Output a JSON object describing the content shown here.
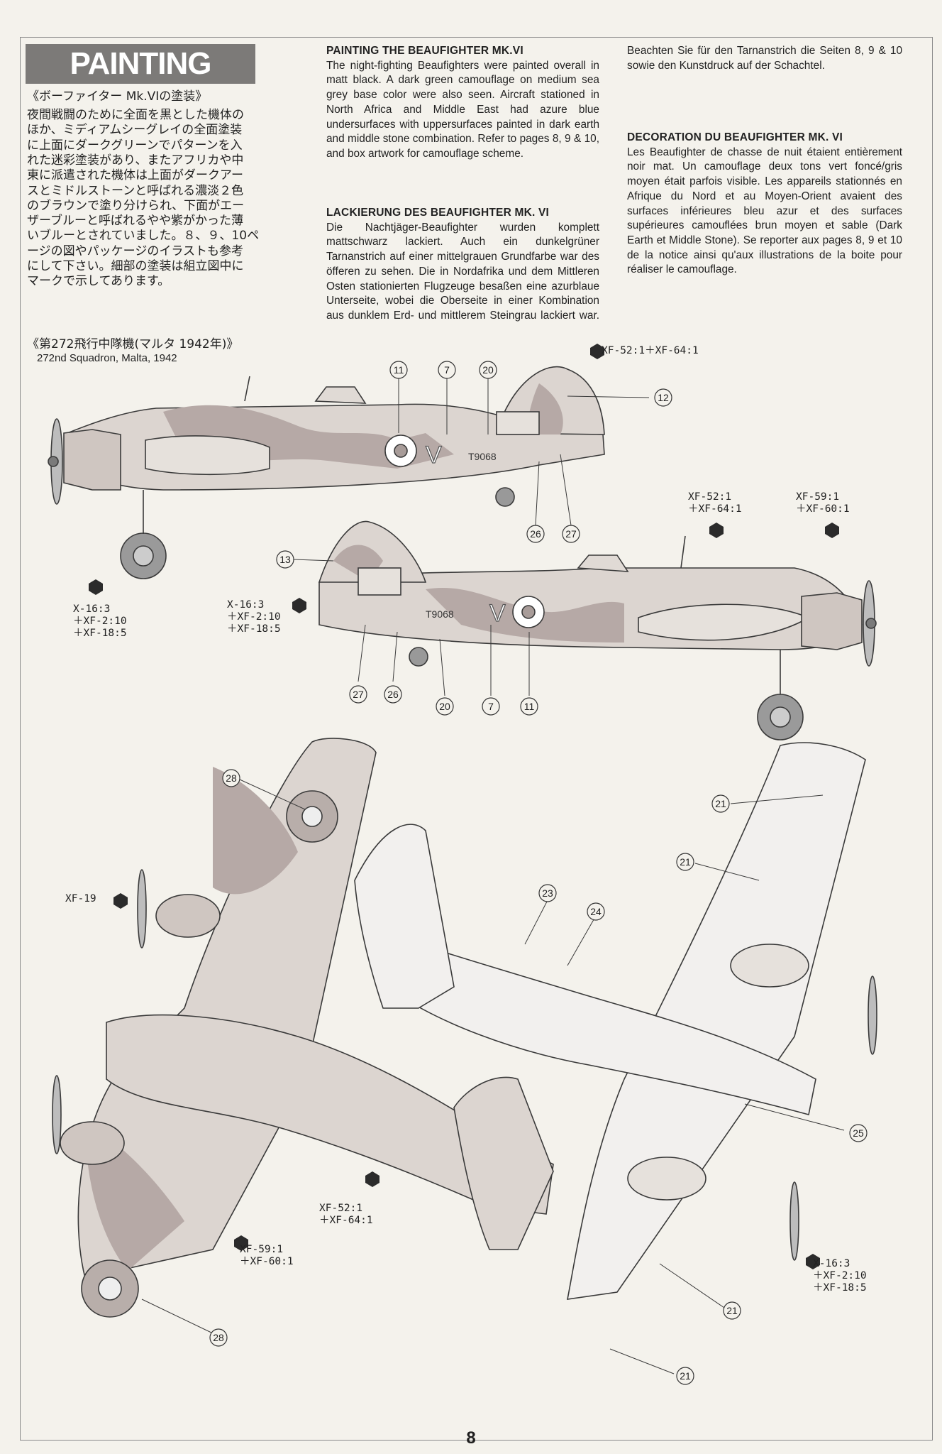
{
  "header": {
    "title": "PAINTING"
  },
  "japanese": {
    "heading": "《ボーファイター Mk.VIの塗装》",
    "lines": [
      "夜間戦闘のために全面を黒とした機体の",
      "ほか、ミディアムシーグレイの全面塗装",
      "に上面にダークグリーンでパターンを入",
      "れた迷彩塗装があり、またアフリカや中",
      "東に派遣された機体は上面がダークアー",
      "スとミドルストーンと呼ばれる濃淡２色",
      "のブラウンで塗り分けられ、下面がエー",
      "ザーブルーと呼ばれるやや紫がかった薄",
      "いブルーとされていました。８、９、10ペ",
      "ージの図やパッケージのイラストも参考",
      "にして下さい。細部の塗装は組立図中に",
      "マークで示してあります。"
    ]
  },
  "english": {
    "heading": "PAINTING THE BEAUFIGHTER MK.VI",
    "body": "The night-fighting Beaufighters were painted overall in matt black. A dark green camouflage on medium sea grey base color were also seen. Aircraft stationed in North Africa and Middle East had azure blue undersurfaces with uppersurfaces painted in dark earth and middle stone combination. Refer to pages 8, 9 & 10, and box artwork for camouflage scheme."
  },
  "german": {
    "heading": "LACKIERUNG DES BEAUFIGHTER MK. VI",
    "body": "Die Nachtjäger-Beaufighter wurden komplett mattschwarz lackiert. Auch ein dunkelgrüner Tarnanstrich auf einer mittelgrauen Grundfarbe war des öfferen zu sehen. Die in Nordafrika und dem Mittleren Osten stationierten Flugzeuge besaßen eine azurblaue Unterseite, wobei die Oberseite in einer Kombination aus dunklem Erd- und mittlerem Steingrau lackiert war. Beachten Sie für den Tarnanstrich die Seiten 8, 9 & 10 sowie den Kunstdruck auf der Schachtel."
  },
  "french": {
    "heading": "DECORATION DU BEAUFIGHTER MK. VI",
    "body": "Les Beaufighter de chasse de nuit étaient entièrement noir mat. Un camouflage deux tons vert foncé/gris moyen était parfois visible. Les appareils stationnés en Afrique du Nord et au Moyen-Orient avaient des surfaces inférieures bleu azur et des surfaces supérieures camouflées brun moyen et sable (Dark Earth et Middle Stone). Se reporter aux pages 8, 9 et 10 de la notice ainsi qu'aux illustrations de la boite pour réaliser le camouflage."
  },
  "caption": {
    "jp": "《第272飛行中隊機(マルタ 1942年)》",
    "en": "272nd Squadron, Malta, 1942"
  },
  "serial": "T9068",
  "code_letter": "V",
  "paints": {
    "upper_top": "XF-52:1＋XF-64:1",
    "side1_left": "X-16:3\n＋XF-2:10\n＋XF-18:5",
    "side2_mid": "XF-52:1\n＋XF-64:1",
    "side2_right": "XF-59:1\n＋XF-60:1",
    "side2_left": "X-16:3\n＋XF-2:10\n＋XF-18:5",
    "top_left": "XF-19",
    "top_mid": "XF-52:1\n＋XF-64:1",
    "top_low": "XF-59:1\n＋XF-60:1",
    "bottom_right": "X-16:3\n＋XF-2:10\n＋XF-18:5"
  },
  "callouts": [
    "11",
    "7",
    "20",
    "12",
    "26",
    "27",
    "13",
    "27",
    "26",
    "20",
    "7",
    "11",
    "28",
    "28",
    "21",
    "21",
    "23",
    "24",
    "25",
    "21",
    "21"
  ],
  "colors": {
    "earth": "#b6a9a6",
    "stone": "#dcd5d0",
    "azure": "#ecebeb",
    "line": "#3a3a3a",
    "header_bg": "#7c7a78"
  },
  "page_number": "8"
}
